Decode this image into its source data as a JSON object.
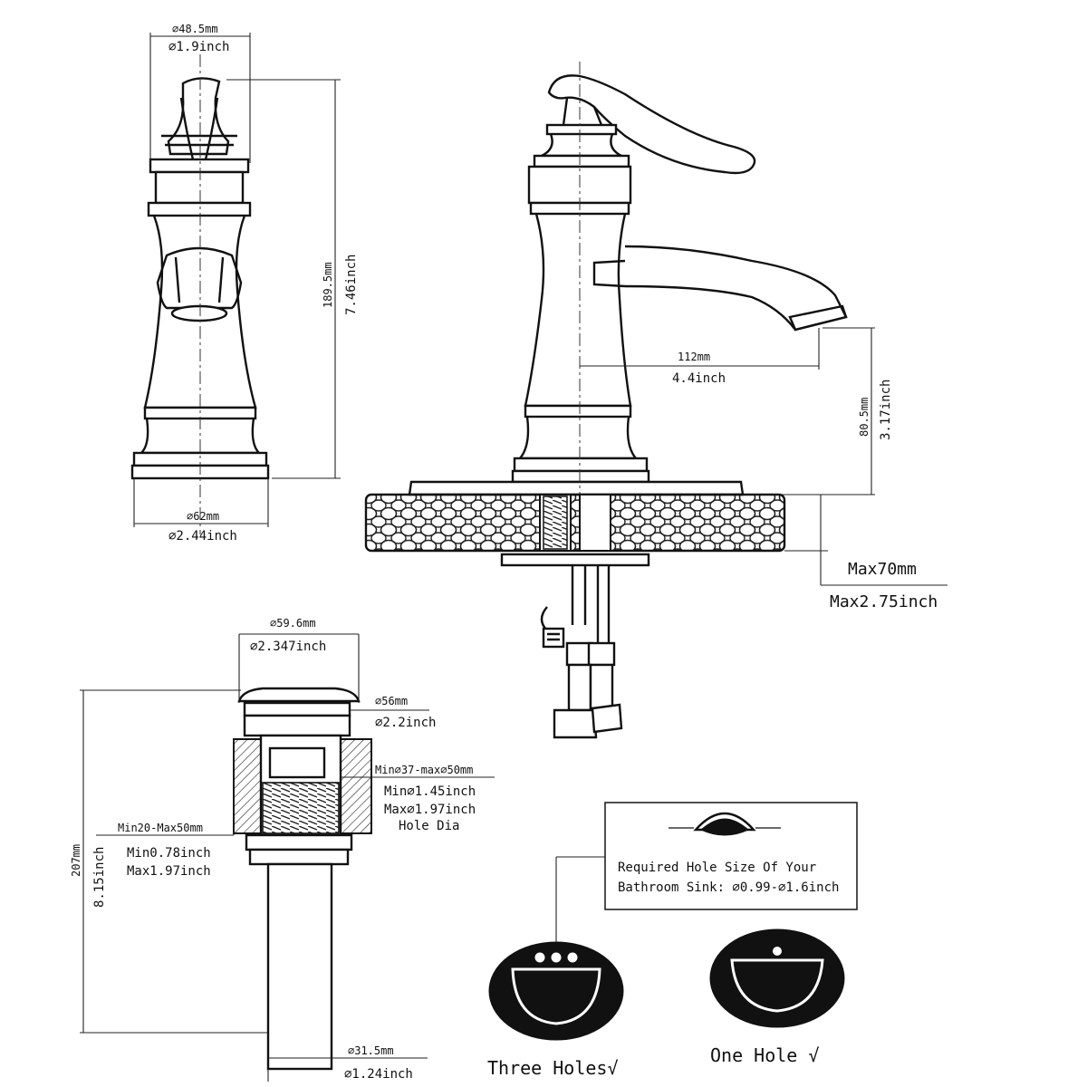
{
  "top_view": {
    "top_mm": "⌀48.5mm",
    "top_inch": "⌀1.9inch",
    "height_mm": "189.5mm",
    "height_inch": "7.46inch",
    "base_mm": "⌀62mm",
    "base_inch": "⌀2.44inch"
  },
  "side_view": {
    "reach_mm": "112mm",
    "reach_inch": "4.4inch",
    "spout_height_mm": "80.5mm",
    "spout_height_inch": "3.17inch",
    "deck_mm": "Max70mm",
    "deck_inch": "Max2.75inch"
  },
  "drain": {
    "cap_mm": "⌀59.6mm",
    "cap_inch": "⌀2.347inch",
    "flange_mm": "⌀56mm",
    "flange_inch": "⌀2.2inch",
    "hole_mm": "Min⌀37-max⌀50mm",
    "hole_min_inch": "Min⌀1.45inch",
    "hole_max_inch": "Max⌀1.97inch",
    "hole_dia": "Hole Dia",
    "thick_mm": "Min20-Max50mm",
    "thick_min_inch": "Min0.78inch",
    "thick_max_inch": "Max1.97inch",
    "total_mm": "207mm",
    "total_inch": "8.15inch",
    "tail_mm": "⌀31.5mm",
    "tail_inch": "⌀1.24inch"
  },
  "hole_box": {
    "line1": "Required Hole Size Of Your",
    "line2": "Bathroom Sink: ⌀0.99-⌀1.6inch"
  },
  "sinks": {
    "three_holes": "Three Holes√",
    "one_hole": "One Hole  √"
  },
  "icons": [
    "check-mark-icon",
    "sink-basin-icon"
  ],
  "colors": {
    "line": "#111111",
    "background": "#ffffff"
  }
}
